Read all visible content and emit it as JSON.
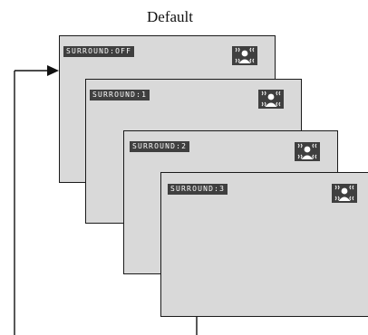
{
  "diagram": {
    "title": "Default",
    "screens": [
      {
        "osd_text": "SURROUND:OFF",
        "icon": "surround-sound-icon"
      },
      {
        "osd_text": "SURROUND:1",
        "icon": "surround-sound-icon"
      },
      {
        "osd_text": "SURROUND:2",
        "icon": "surround-sound-icon"
      },
      {
        "osd_text": "SURROUND:3",
        "icon": "surround-sound-icon"
      }
    ],
    "colors": {
      "screen_fill": "#d9d9d9",
      "osd_background": "#3f3f3f",
      "osd_text": "#ffffff",
      "line": "#111111"
    }
  }
}
